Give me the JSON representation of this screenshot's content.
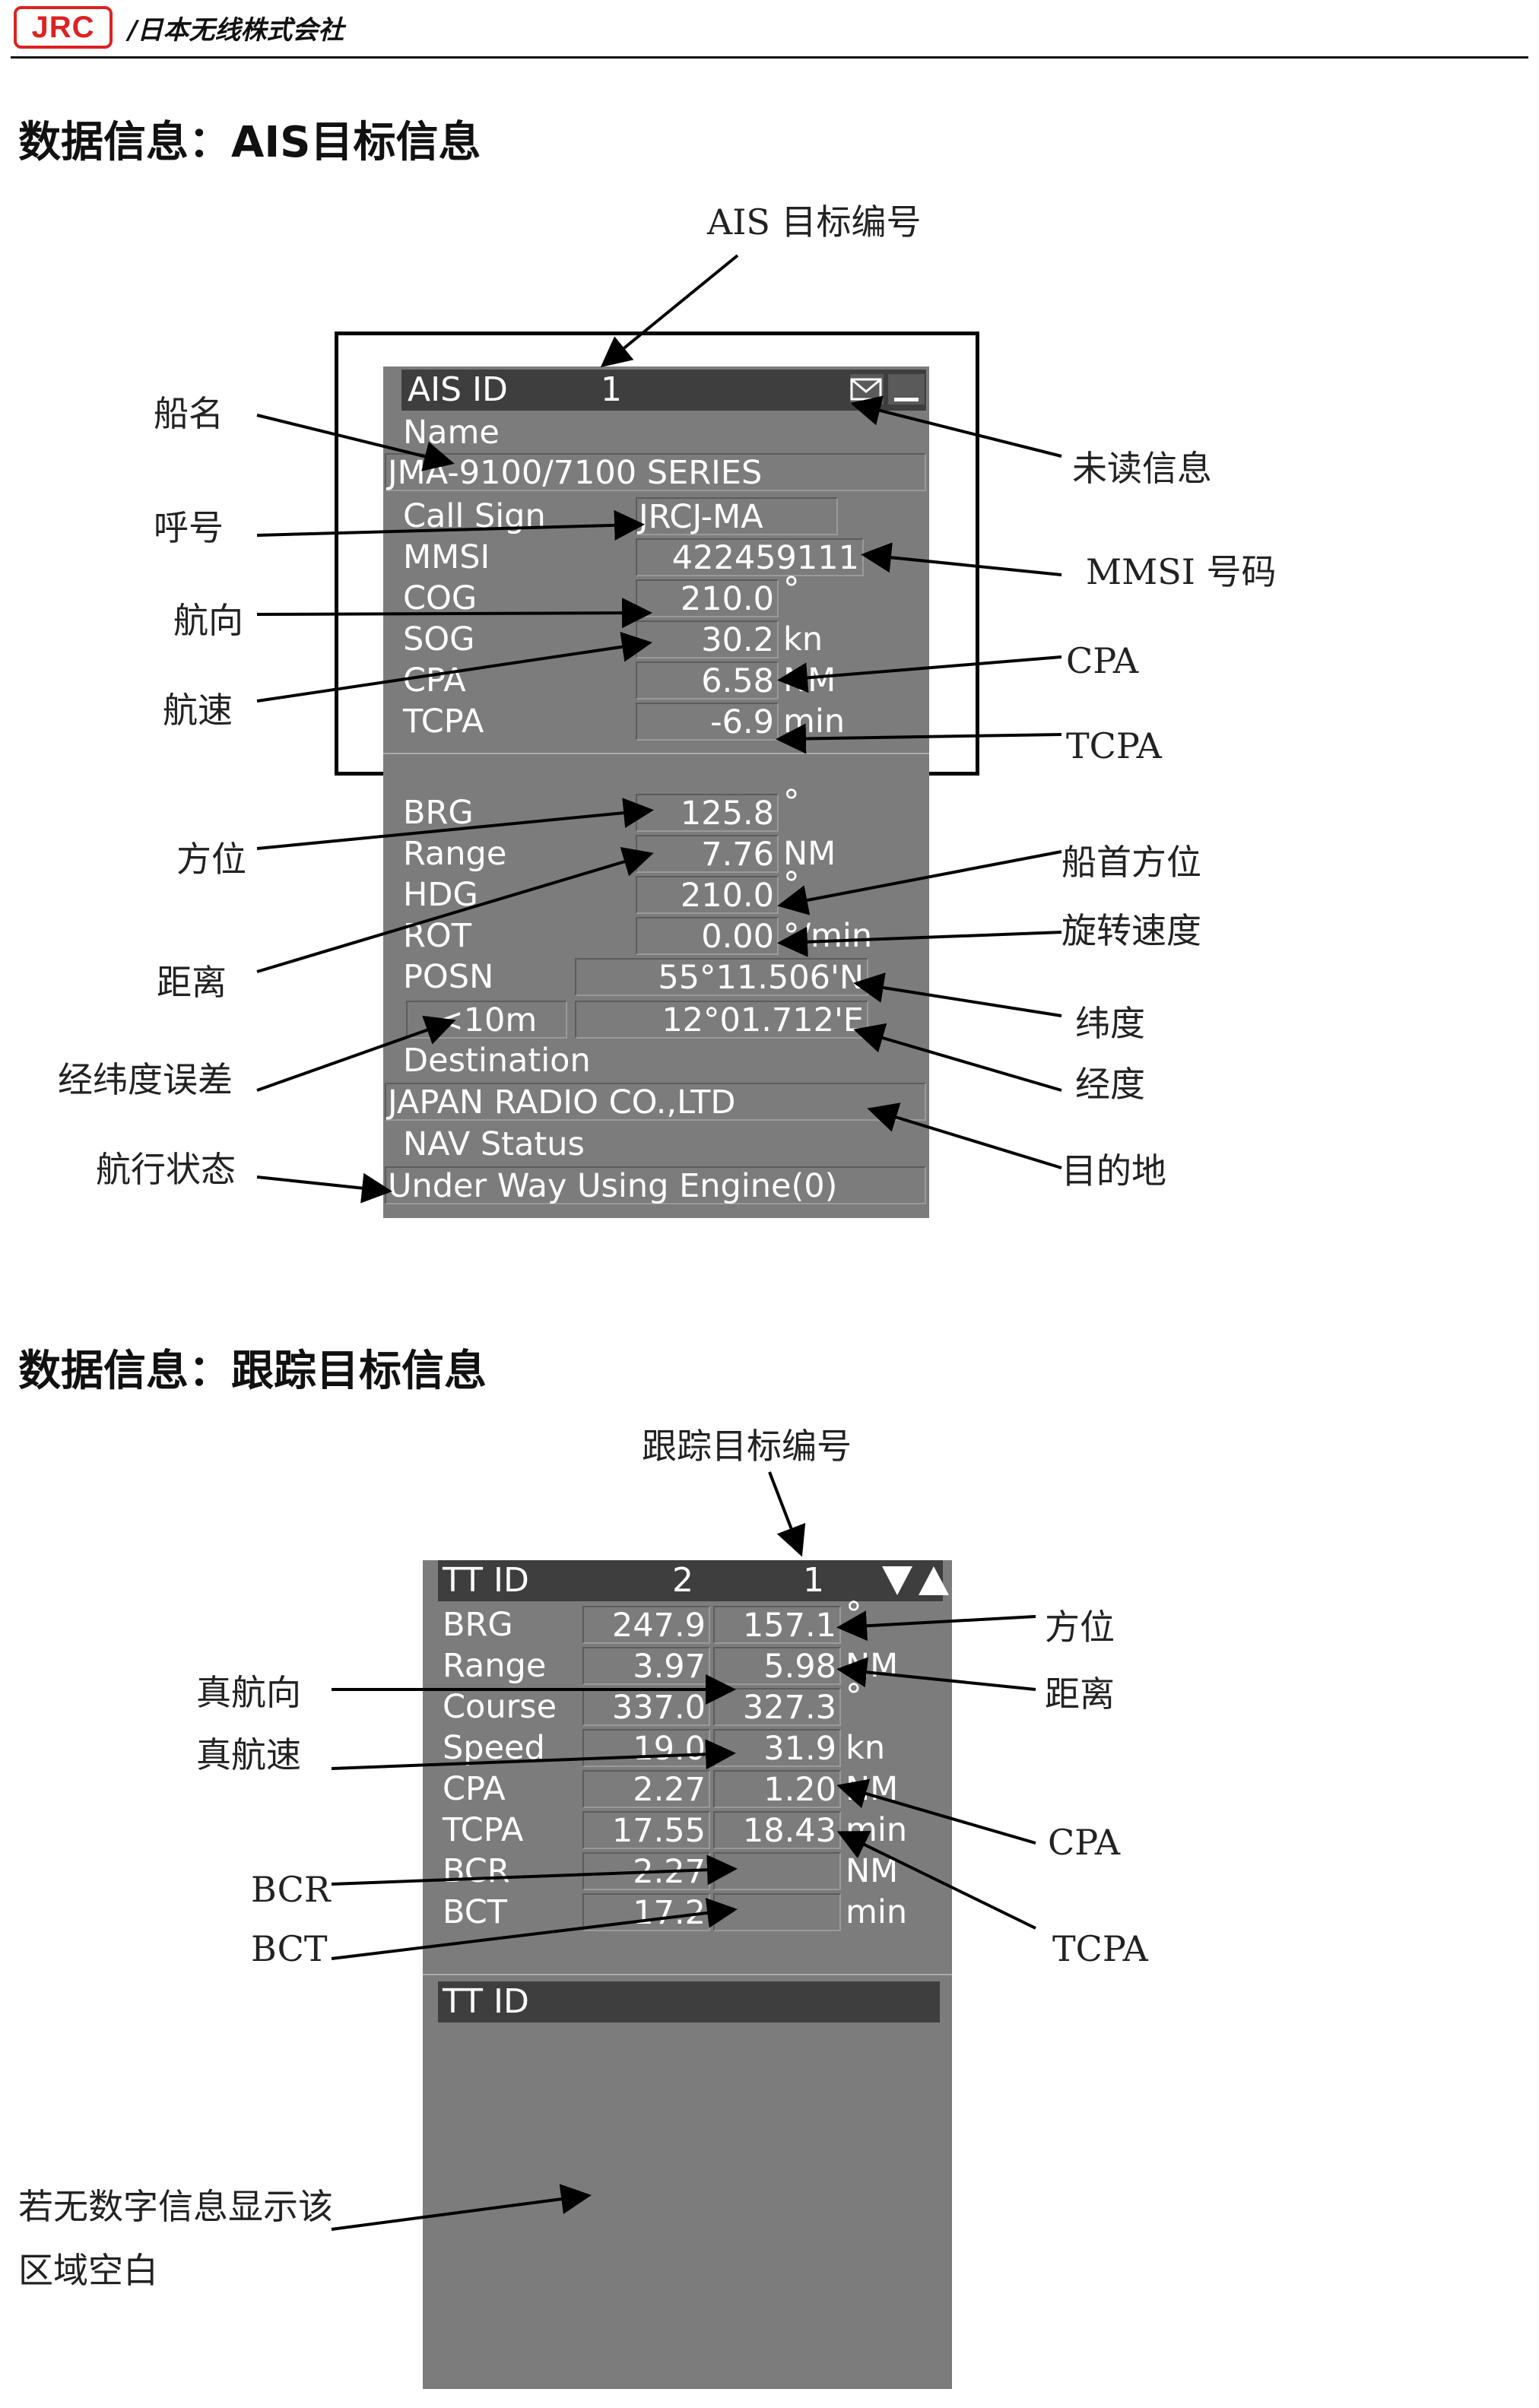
{
  "header": {
    "logo": "JRC",
    "company": "/日本无线株式会社"
  },
  "ais_section": {
    "title": "数据信息：AIS目标信息",
    "callouts": {
      "ais_id_num": "AIS 目标编号",
      "ship_name": "船名",
      "call_sign": "呼号",
      "cog": "航向",
      "sog": "航速",
      "unread": "未读信息",
      "mmsi": "MMSI 号码",
      "cpa": "CPA",
      "tcpa": "TCPA",
      "brg": "方位",
      "range": "距离",
      "posn_error": "经纬度误差",
      "nav_status": "航行状态",
      "hdg": "船首方位",
      "rot": "旋转速度",
      "lat": "纬度",
      "lon": "经度",
      "destination": "目的地"
    },
    "panel": {
      "title": "AIS ID",
      "id_value": "1",
      "name_label": "Name",
      "name_value": "JMA-9100/7100 SERIES",
      "call_sign_label": "Call Sign",
      "call_sign_value": "JRCJ-MA",
      "mmsi_label": "MMSI",
      "mmsi_value": "422459111",
      "cog_label": "COG",
      "cog_value": "210.0",
      "cog_unit": "°",
      "sog_label": "SOG",
      "sog_value": "30.2",
      "sog_unit": "kn",
      "cpa_label": "CPA",
      "cpa_value": "6.58",
      "cpa_unit": "NM",
      "tcpa_label": "TCPA",
      "tcpa_value": "-6.9",
      "tcpa_unit": "min",
      "brg_label": "BRG",
      "brg_value": "125.8",
      "brg_unit": "°",
      "range_label": "Range",
      "range_value": "7.76",
      "range_unit": "NM",
      "hdg_label": "HDG",
      "hdg_value": "210.0",
      "hdg_unit": "°",
      "rot_label": "ROT",
      "rot_value": "0.00",
      "rot_unit": "°/min",
      "posn_label": "POSN",
      "lat_value": "55°11.506'N",
      "accuracy_value": "<10m",
      "lon_value": "12°01.712'E",
      "destination_label": "Destination",
      "destination_value": "JAPAN RADIO CO.,LTD",
      "nav_status_label": "NAV Status",
      "nav_status_value": "Under Way Using Engine(0)"
    }
  },
  "tt_section": {
    "title": "数据信息：跟踪目标信息",
    "callouts": {
      "tt_id_num": "跟踪目标编号",
      "true_course": "真航向",
      "true_speed": "真航速",
      "bcr": "BCR",
      "bct": "BCT",
      "brg": "方位",
      "range": "距离",
      "cpa": "CPA",
      "tcpa": "TCPA",
      "empty_note_line1": "若无数字信息显示该",
      "empty_note_line2": "区域空白"
    },
    "panel": {
      "title": "TT ID",
      "ids": [
        "2",
        "1"
      ],
      "rows": [
        {
          "label": "BRG",
          "v2": "247.9",
          "v1": "157.1",
          "unit": "°"
        },
        {
          "label": "Range",
          "v2": "3.97",
          "v1": "5.98",
          "unit": "NM"
        },
        {
          "label": "Course",
          "v2": "337.0",
          "v1": "327.3",
          "unit": "°"
        },
        {
          "label": "Speed",
          "v2": "19.0",
          "v1": "31.9",
          "unit": "kn"
        },
        {
          "label": "CPA",
          "v2": "2.27",
          "v1": "1.20",
          "unit": "NM"
        },
        {
          "label": "TCPA",
          "v2": "17.55",
          "v1": "18.43",
          "unit": "min"
        },
        {
          "label": "BCR",
          "v2": "2.27",
          "v1": "",
          "unit": "NM"
        },
        {
          "label": "BCT",
          "v2": "17.2",
          "v1": "",
          "unit": "min"
        }
      ],
      "second_title": "TT ID"
    }
  }
}
